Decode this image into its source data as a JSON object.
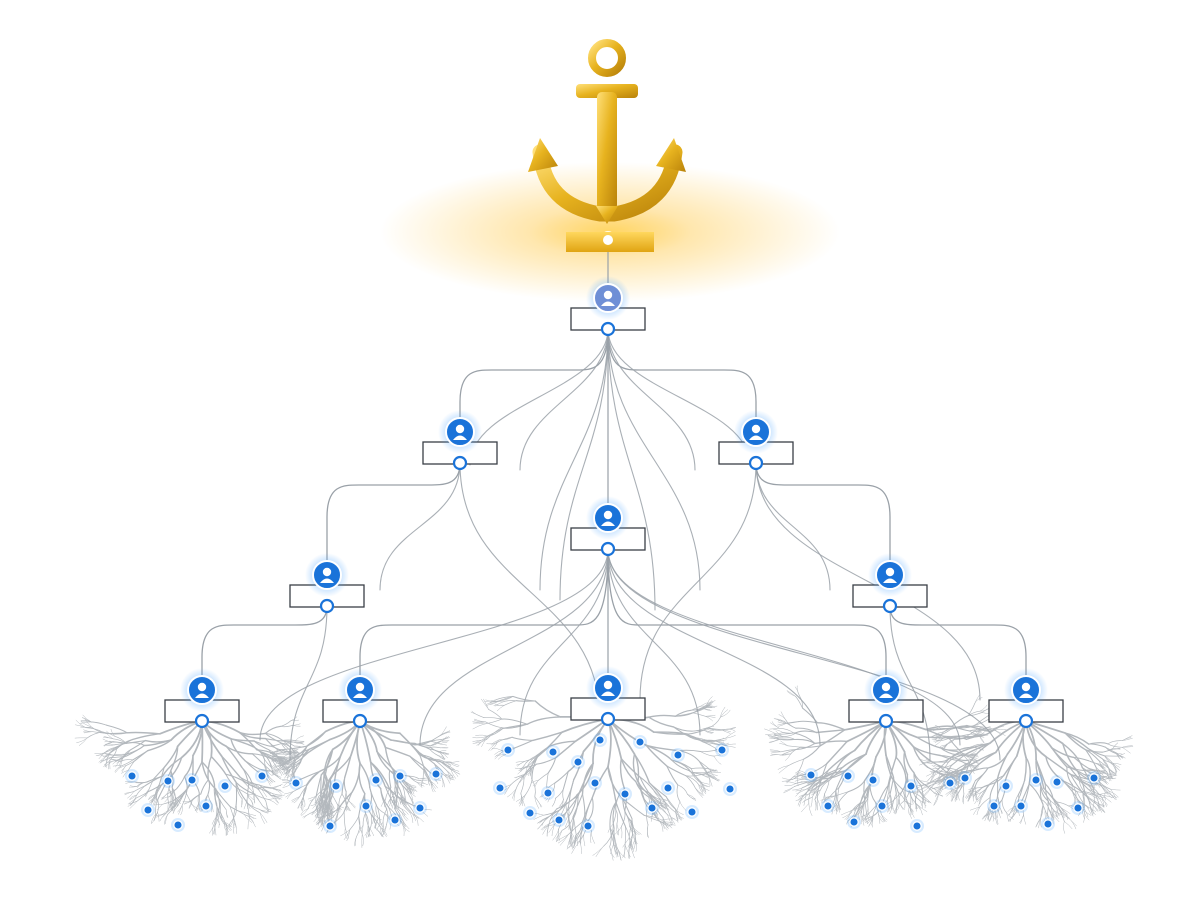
{
  "colors": {
    "background": "#ffffff",
    "anchor_gold": "#e7b31f",
    "anchor_highlight": "#ffe07a",
    "anchor_shadow": "#b9820a",
    "glow": "#ffc94a",
    "node_blue": "#1a73d9",
    "root_node": "#6f8fd6",
    "connector": "#9aa1a8",
    "root_system": "#b3b8bd",
    "box_border": "#3a3f46"
  },
  "icons": {
    "anchor": "anchor-icon",
    "node": "user-icon",
    "port": "port-ring-icon",
    "leaf": "leaf-dot-icon"
  },
  "diagram": {
    "levels": 5,
    "nodes_per_level": [
      1,
      2,
      3,
      5
    ],
    "clusters": 5
  }
}
